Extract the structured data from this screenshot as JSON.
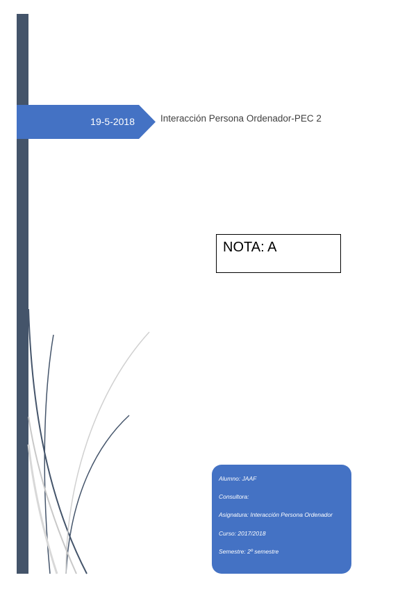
{
  "banner": {
    "date": "19-5-2018"
  },
  "document": {
    "title": "Interacción Persona Ordenador-PEC 2"
  },
  "grade": {
    "text": "NOTA: A"
  },
  "info_card": {
    "lines": [
      "Alumno: JAAF",
      "Consultora:",
      "Asignatura: Interacción Persona Ordenador",
      "Curso: 2017/2018",
      "Semestre: 2º semestre"
    ]
  },
  "colors": {
    "sidebar": "#44546a",
    "accent": "#4472c4",
    "title_text": "#404040"
  }
}
